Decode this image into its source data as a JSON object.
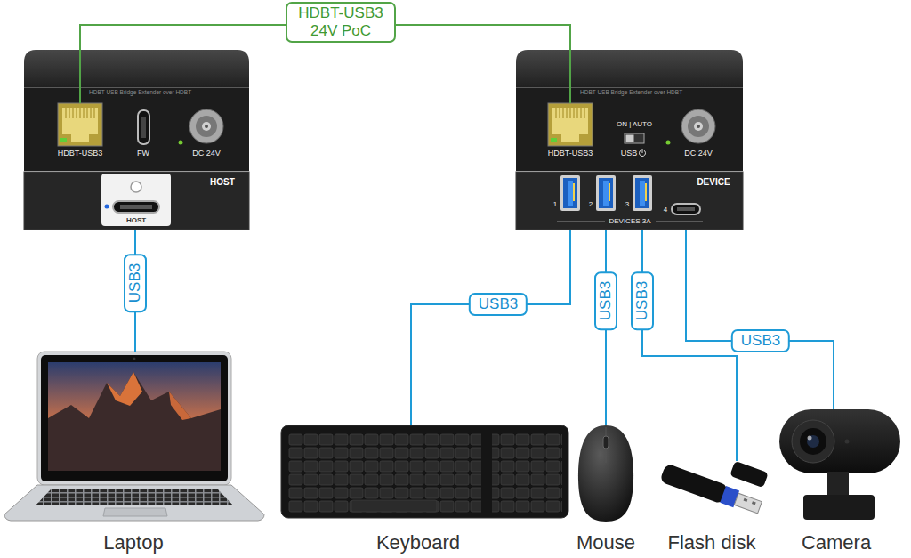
{
  "diagram": {
    "nodes": [
      {
        "text": [
          "HDBT USB Bridge Extender over HDBT",
          "HDBT-USB3",
          "FW",
          "DC 24V",
          "HOST",
          "HOST"
        ]
      },
      {
        "text": [
          "HDBT USB Bridge Extender over HDBT",
          "HDBT-USB3",
          "ON | AUTO",
          "USB",
          "DC 24V",
          "DEVICE",
          "1",
          "2",
          "3",
          "4",
          "DEVICES 3A"
        ]
      },
      {
        "text": [
          "Laptop"
        ]
      },
      {
        "text": [
          "Keyboard"
        ]
      },
      {
        "text": [
          "Mouse"
        ]
      },
      {
        "text": [
          "Flash disk"
        ]
      },
      {
        "text": [
          "Camera"
        ]
      }
    ],
    "edges": [
      {
        "from": 0,
        "to": 1,
        "arrow": "none",
        "label": "HDBT-USB3 24V PoC"
      },
      {
        "from": 0,
        "to": 2,
        "arrow": "none",
        "label": "USB3"
      },
      {
        "from": 1,
        "to": 3,
        "arrow": "none",
        "label": "USB3"
      },
      {
        "from": 1,
        "to": 4,
        "arrow": "none",
        "label": "USB3"
      },
      {
        "from": 1,
        "to": 5,
        "arrow": "none",
        "label": "USB3"
      },
      {
        "from": 1,
        "to": 6,
        "arrow": "none",
        "label": "USB3"
      }
    ]
  }
}
